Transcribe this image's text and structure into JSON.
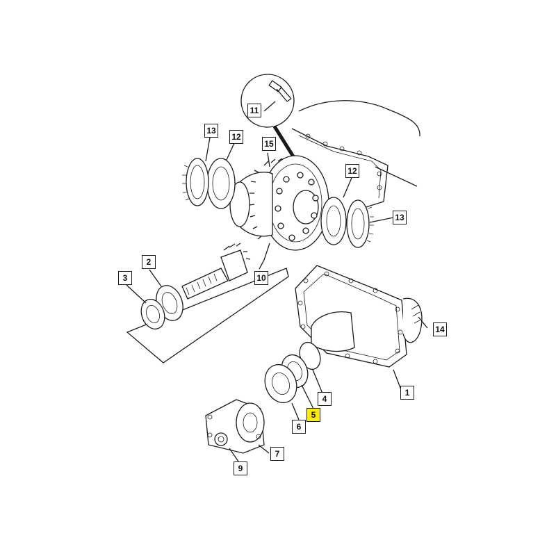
{
  "callouts": [
    {
      "id": "1",
      "label": "1"
    },
    {
      "id": "2",
      "label": "2"
    },
    {
      "id": "3",
      "label": "3"
    },
    {
      "id": "4",
      "label": "4"
    },
    {
      "id": "5",
      "label": "5",
      "highlighted": true
    },
    {
      "id": "6",
      "label": "6"
    },
    {
      "id": "7",
      "label": "7"
    },
    {
      "id": "9",
      "label": "9"
    },
    {
      "id": "10",
      "label": "10"
    },
    {
      "id": "11",
      "label": "11"
    },
    {
      "id": "12a",
      "label": "12"
    },
    {
      "id": "12b",
      "label": "12"
    },
    {
      "id": "13a",
      "label": "13"
    },
    {
      "id": "13b",
      "label": "13"
    },
    {
      "id": "14",
      "label": "14"
    },
    {
      "id": "15",
      "label": "15"
    }
  ],
  "colors": {
    "highlight": "#ffee00",
    "line": "#1a1a1a",
    "background": "#ffffff"
  }
}
